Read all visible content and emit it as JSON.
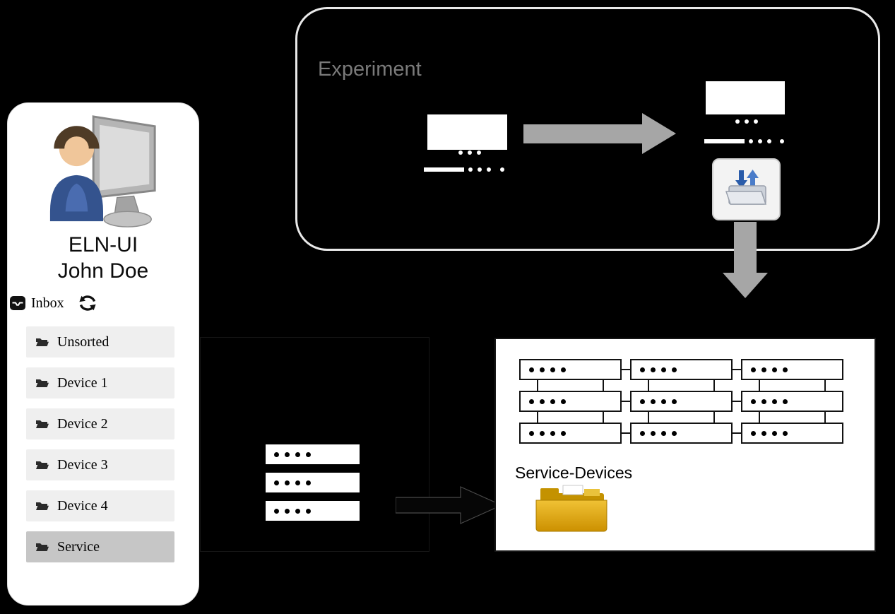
{
  "eln": {
    "title_app": "ELN-UI",
    "title_user": "John Doe",
    "inbox_label": "Inbox",
    "folders": [
      {
        "label": "Unsorted",
        "selected": false
      },
      {
        "label": "Device 1",
        "selected": false
      },
      {
        "label": "Device 2",
        "selected": false
      },
      {
        "label": "Device 3",
        "selected": false
      },
      {
        "label": "Device 4",
        "selected": false
      },
      {
        "label": "Service",
        "selected": true
      }
    ]
  },
  "experiment": {
    "label": "Experiment"
  },
  "service_devices": {
    "label": "Service-Devices"
  },
  "colors": {
    "background": "#000000",
    "card_bg": "#ffffff",
    "experiment_border": "#e9e9e9",
    "experiment_label": "#7a7a7a",
    "arrow_gray": "#a6a6a6",
    "folder_item_bg": "#efefef",
    "folder_item_selected_bg": "#c6c6c6",
    "service_box_bg": "#ffffff",
    "gold_folder": "#cc9000",
    "transfer_arrow_blue": "#2a5caa"
  },
  "icons": {
    "user": "person-at-computer-icon",
    "inbox": "inbox-tray-icon",
    "refresh": "refresh-icon",
    "folder": "folder-icon",
    "transfer": "file-transfer-icon",
    "service_folder": "yellow-folder-icon"
  }
}
